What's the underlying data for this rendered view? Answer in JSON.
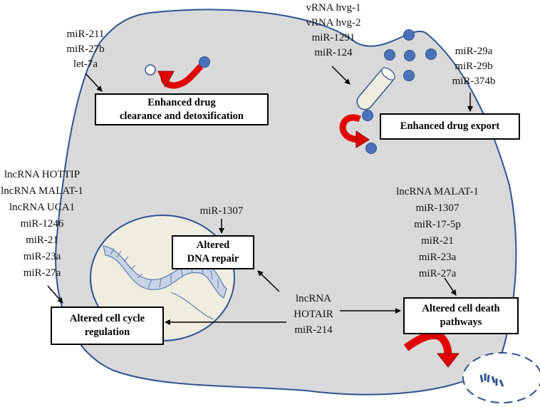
{
  "colors": {
    "cell_fill": "#d9d9d9",
    "cell_stroke": "#2f528f",
    "nucleus_fill": "#eeede0",
    "arrow_red": "#e00000",
    "dot_blue": "#4a72b8"
  },
  "mirna_groups": {
    "clearance": [
      "miR-211",
      "miR-27b",
      "let-7a"
    ],
    "import": [
      "vRNA hvg-1",
      "vRNA hvg-2",
      "miR-1291",
      "miR-124"
    ],
    "export": [
      "miR-29a",
      "miR-29b",
      "miR-374b"
    ],
    "cell_cycle": [
      "lncRNA HOTTIP",
      "lncRNA MALAT-1",
      "lncRNA UCA1",
      "miR-1246",
      "miR-21",
      "miR-23a",
      "miR-27a"
    ],
    "dna_repair": [
      "miR-1307"
    ],
    "cell_death": [
      "lncRNA MALAT-1",
      "miR-1307",
      "miR-17-5p",
      "miR-21",
      "miR-23a",
      "miR-27a"
    ],
    "center": [
      "lncRNA",
      "HOTAIR",
      "miR-214"
    ]
  },
  "boxes": {
    "clearance": [
      "Enhanced drug",
      "clearance and detoxification"
    ],
    "export": [
      "Enhanced drug export"
    ],
    "dna_repair": [
      "Altered",
      "DNA repair"
    ],
    "cell_cycle": [
      "Altered cell cycle",
      "regulation"
    ],
    "cell_death": [
      "Altered cell death",
      "pathways"
    ]
  }
}
